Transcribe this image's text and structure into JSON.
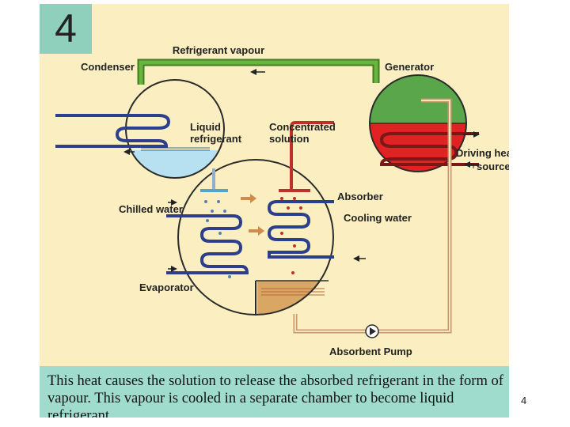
{
  "step_number": "4",
  "labels": {
    "refrigerant_vapour": "Refrigerant vapour",
    "condenser": "Condenser",
    "generator": "Generator",
    "liquid_refrigerant_1": "Liquid",
    "liquid_refrigerant_2": "refrigerant",
    "concentrated_solution_1": "Concentrated",
    "concentrated_solution_2": "solution",
    "driving_heat_source_1": "Driving heat",
    "driving_heat_source_2": "source",
    "absorber": "Absorber",
    "cooling_water": "Cooling water",
    "chilled_water": "Chilled water",
    "evaporator": "Evaporator",
    "absorbent_pump": "Absorbent Pump"
  },
  "caption": "This heat causes the solution to release the absorbed refrigerant in the form of vapour. This vapour is cooled in a separate chamber to become liquid refrigerant.",
  "page_number": "4",
  "colors": {
    "panel_bg": "#fbefc2",
    "caption_bg": "#9fdccd",
    "number_box": "#8fd0bd",
    "pipe_green": "#4c9a2a",
    "pipe_blue": "#2b3f8c",
    "pipe_red": "#c0302a",
    "generator_vapour": "#5aa64a",
    "generator_solution": "#e02222",
    "condensate": "#b7e1f0"
  }
}
